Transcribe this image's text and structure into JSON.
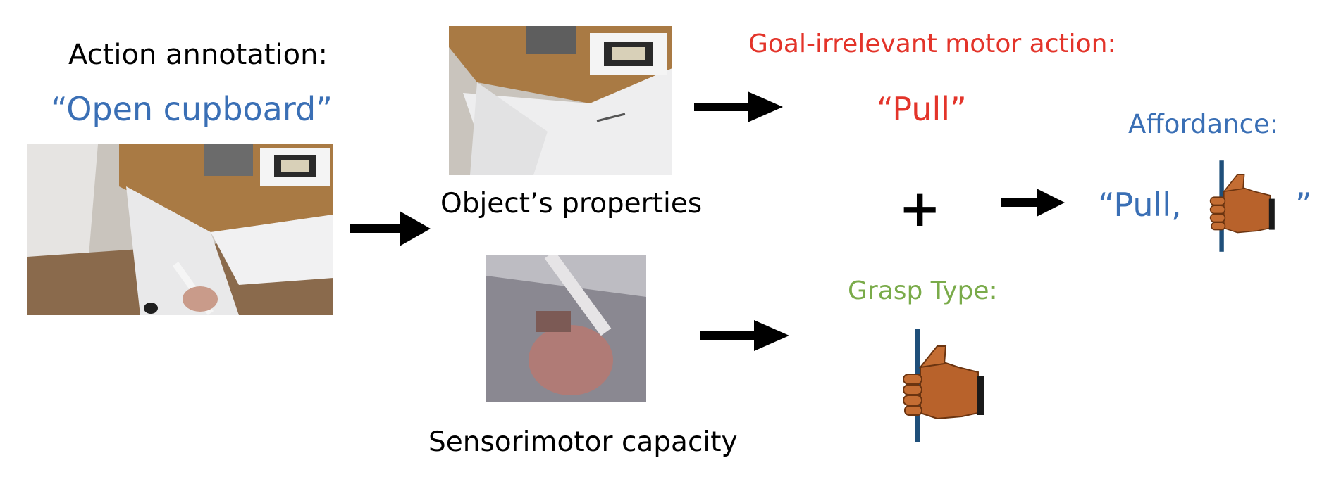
{
  "left": {
    "heading": "Action annotation:",
    "quote": "“Open cupboard”"
  },
  "middle": {
    "top_caption": "Object’s properties",
    "bottom_caption": "Sensorimotor capacity"
  },
  "right": {
    "goal_heading": "Goal-irrelevant motor action:",
    "goal_quote": "“Pull”",
    "plus": "+",
    "grasp_heading": "Grasp Type:"
  },
  "affordance": {
    "heading": "Affordance:",
    "quote_open": "“Pull,",
    "quote_close": "”"
  },
  "colors": {
    "blue": "#3a6fb5",
    "red": "#e3342a",
    "green": "#7aab4a"
  },
  "icons": {
    "grasp": "hand-grasp-icon",
    "arrow": "right-arrow-icon"
  }
}
